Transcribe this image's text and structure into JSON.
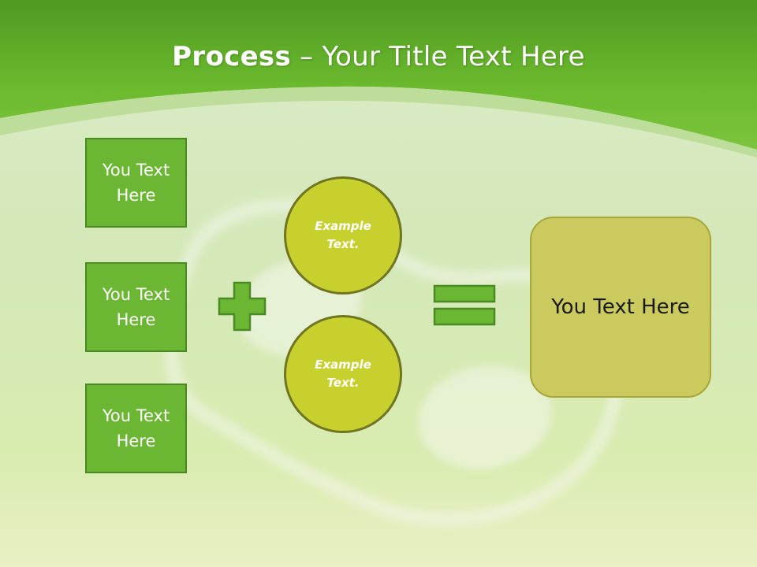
{
  "title": {
    "bold": "Process",
    "rest": " – Your Title Text Here"
  },
  "left_boxes": [
    {
      "label": "You Text Here"
    },
    {
      "label": "You Text Here"
    },
    {
      "label": "You Text Here"
    }
  ],
  "circles": [
    {
      "label": "Example Text."
    },
    {
      "label": "Example Text."
    }
  ],
  "operators": {
    "plus": "plus-icon",
    "equals": "equals-icon"
  },
  "result": {
    "label": "You Text Here"
  },
  "colors": {
    "header_green": "#5fae2a",
    "box_green": "#6bb632",
    "circle_yellow": "#c8d02e",
    "result_olive": "#cbca5e"
  }
}
